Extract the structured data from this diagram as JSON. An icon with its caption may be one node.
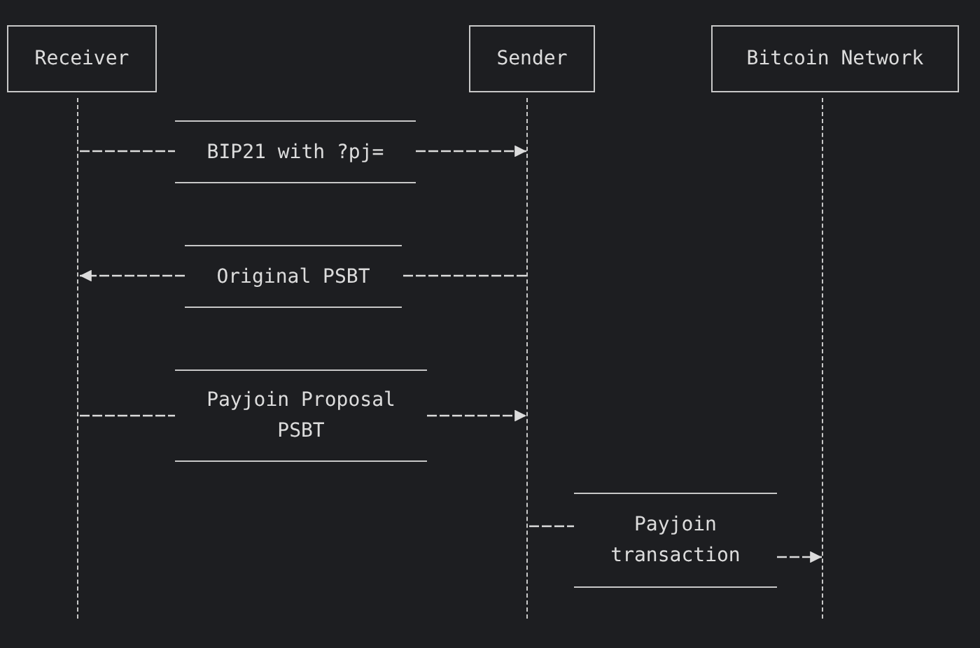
{
  "diagram": {
    "nodes": [
      {
        "text": [
          "Receiver"
        ]
      },
      {
        "text": [
          "Sender"
        ]
      },
      {
        "text": [
          "Bitcoin Network"
        ]
      },
      {
        "text": [],
        "shape": "bar"
      },
      {
        "text": [],
        "shape": "bar"
      },
      {
        "text": [],
        "shape": "bar"
      },
      {
        "text": [
          "BIP21 with ?pj="
        ]
      },
      {
        "text": [
          "Original PSBT"
        ]
      },
      {
        "text": [
          "Payjoin Proposal PSBT"
        ]
      },
      {
        "text": [
          "Payjoin transaction"
        ]
      }
    ],
    "edges": [
      {
        "from": 3,
        "to": 6,
        "arrow": "none"
      },
      {
        "from": 6,
        "to": 4,
        "arrow": "to"
      },
      {
        "from": 4,
        "to": 7,
        "arrow": "none"
      },
      {
        "from": 7,
        "to": 3,
        "arrow": "to"
      },
      {
        "from": 3,
        "to": 8,
        "arrow": "none"
      },
      {
        "from": 8,
        "to": 4,
        "arrow": "to"
      },
      {
        "from": 4,
        "to": 9,
        "arrow": "none"
      },
      {
        "from": 9,
        "to": 5,
        "arrow": "to"
      }
    ]
  }
}
